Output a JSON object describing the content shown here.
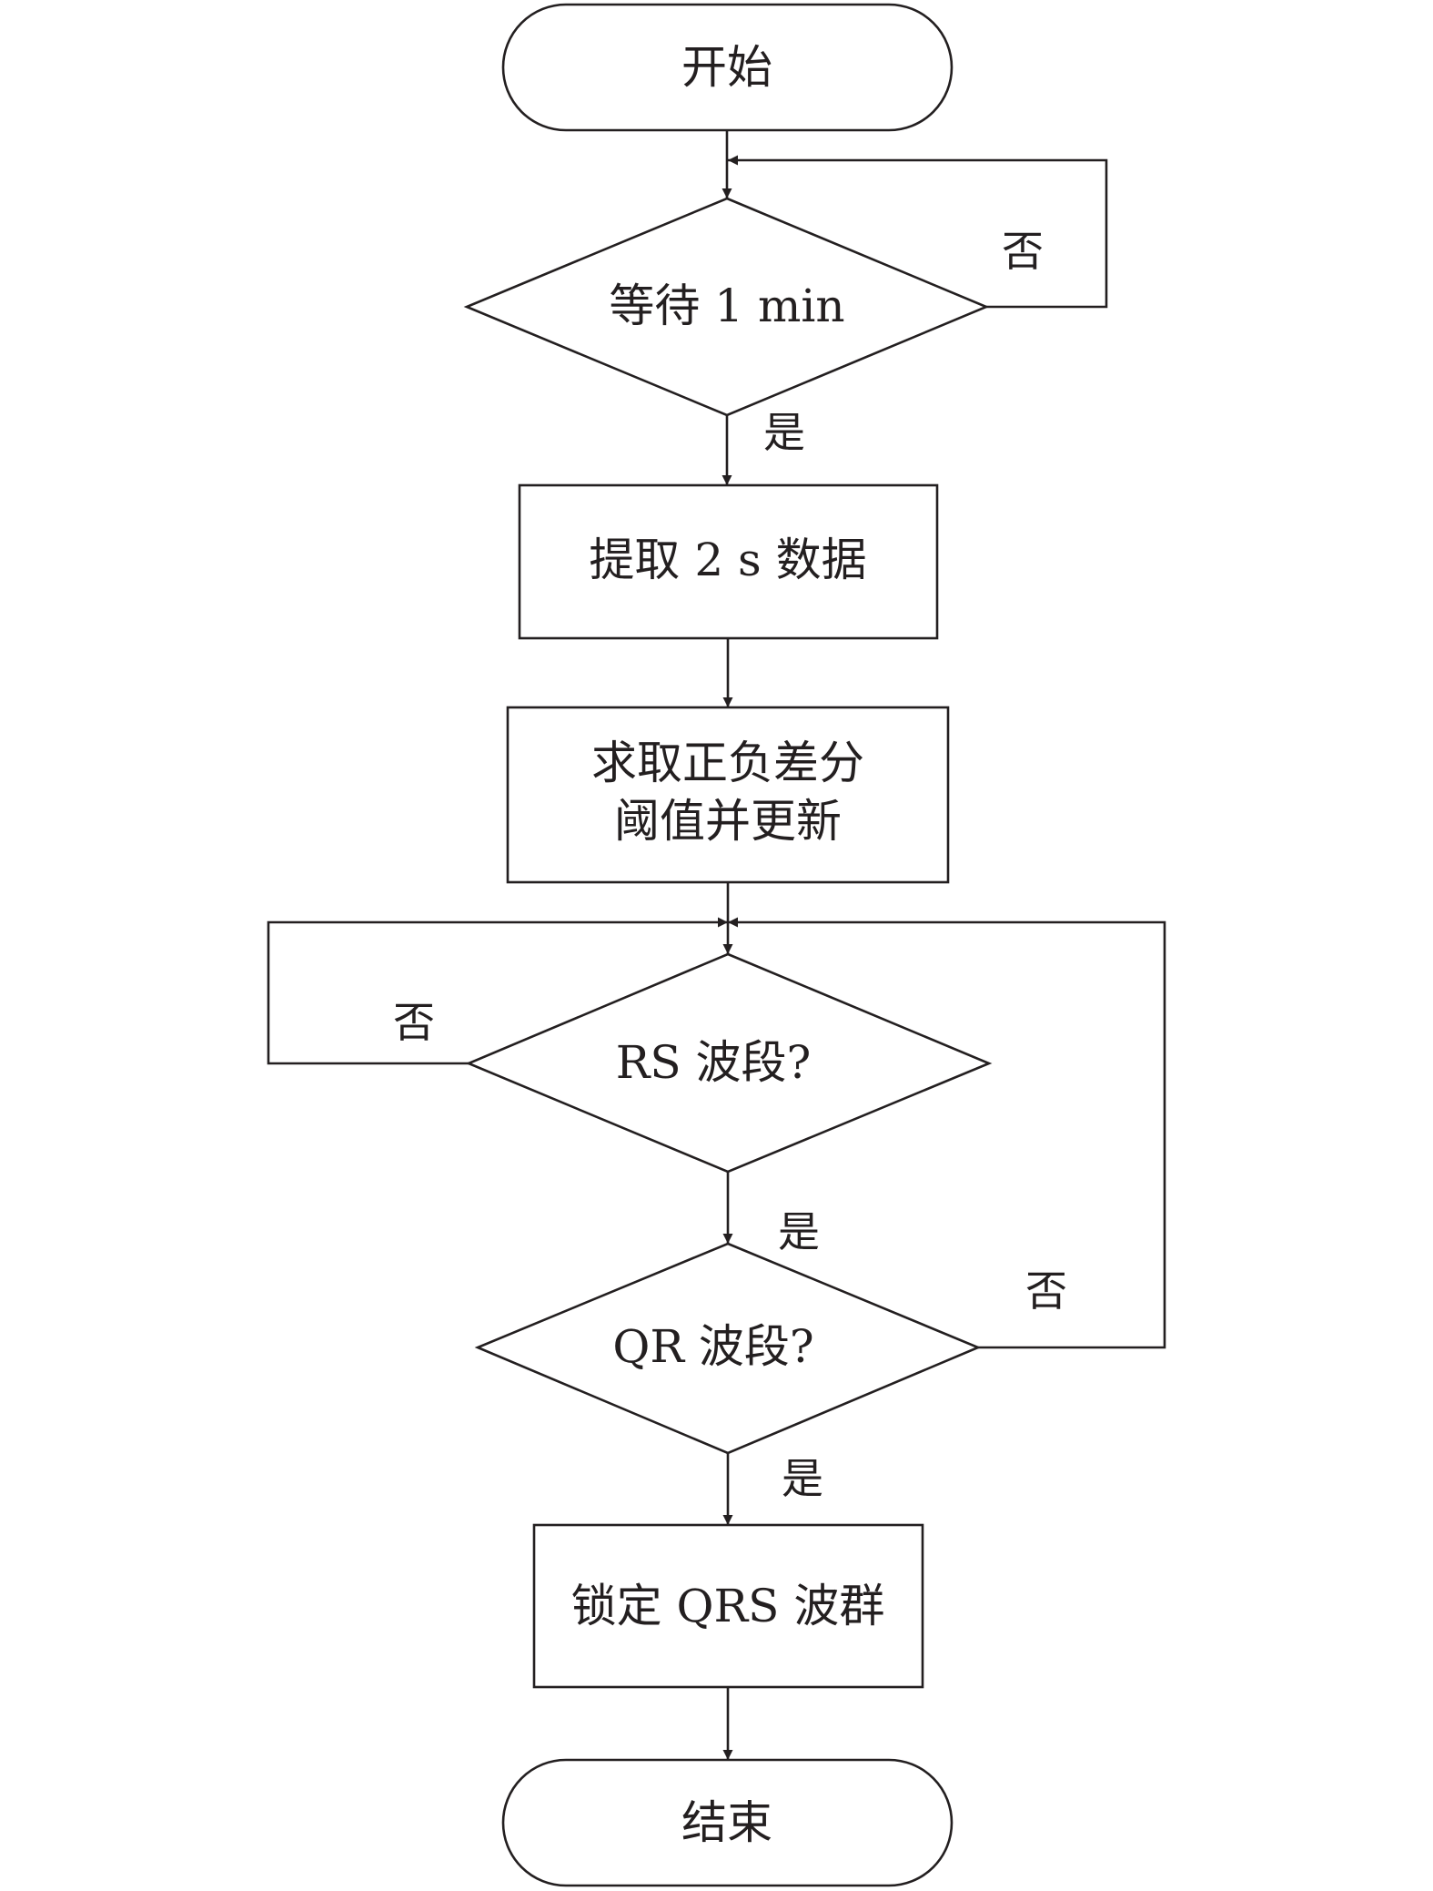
{
  "nodes": {
    "start": "开始",
    "wait": "等待 1 min",
    "extract": "提取 2 s 数据",
    "threshold_line1": "求取正负差分",
    "threshold_line2": "阈值并更新",
    "rs": "RS 波段?",
    "qr": "QR 波段?",
    "lock": "锁定 QRS 波群",
    "end": "结束"
  },
  "edges": {
    "wait_no": "否",
    "wait_yes": "是",
    "rs_no": "否",
    "rs_yes": "是",
    "qr_no": "否",
    "qr_yes": "是"
  },
  "colors": {
    "line": "#231f20",
    "background": "#ffffff"
  }
}
